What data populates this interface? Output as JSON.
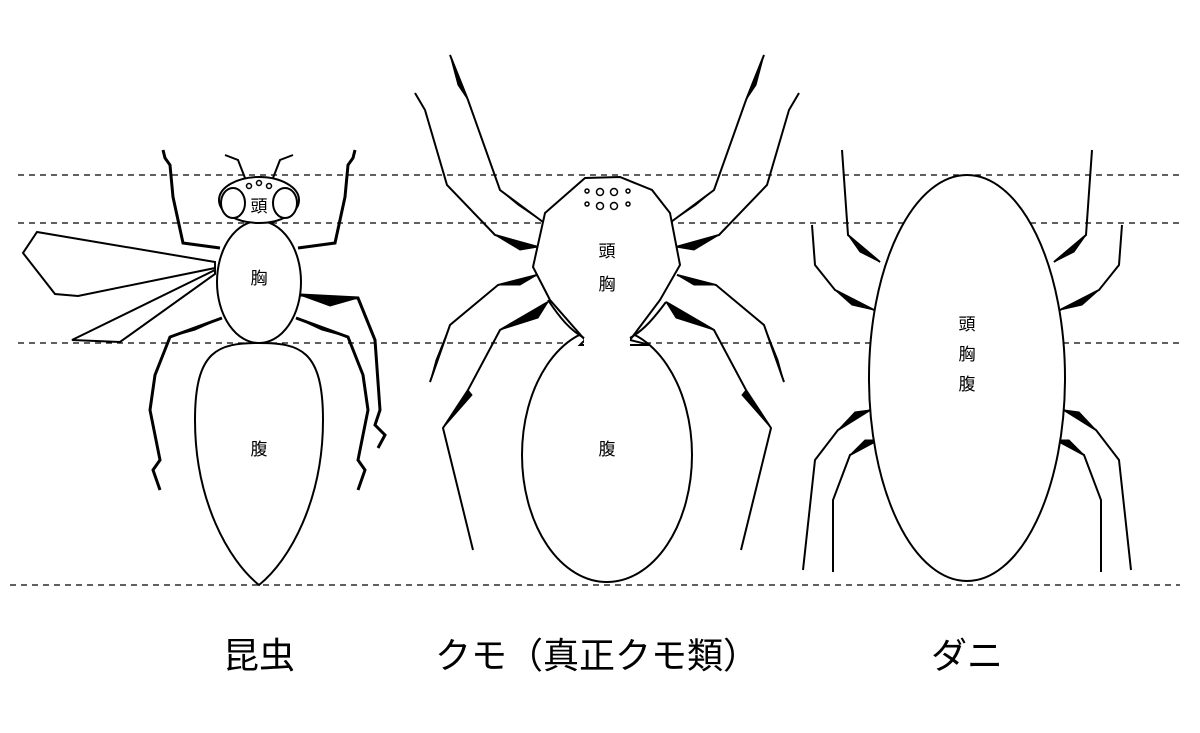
{
  "insect": {
    "caption": "昆虫",
    "head": "頭",
    "thorax": "胸",
    "abdomen": "腹"
  },
  "spider": {
    "caption": "クモ（真正クモ類）",
    "cephalothorax_1": "頭",
    "cephalothorax_2": "胸",
    "abdomen": "腹"
  },
  "mite": {
    "caption": "ダニ",
    "body_1": "頭",
    "body_2": "胸",
    "body_3": "腹"
  }
}
